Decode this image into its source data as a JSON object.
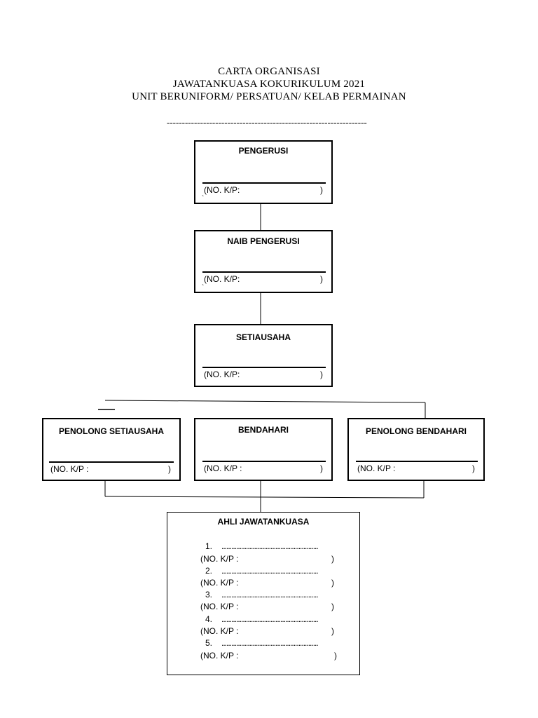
{
  "header": {
    "line1": "CARTA ORGANISASI",
    "line2": "JAWATANKUASA KOKURIKULUM 2021",
    "line3": "UNIT BERUNIFORM/ PERSATUAN/ KELAB PERMAINAN",
    "dashes": "------------------------------------------------------------------"
  },
  "boxes": {
    "pengerusi": {
      "title": "PENGERUSI",
      "kp": "(NO. K/P:",
      "close": ")",
      "tick": "`"
    },
    "naib": {
      "title": "NAIB PENGERUSI",
      "kp": "(NO. K/P:",
      "close": ")",
      "tick": "`"
    },
    "setiausaha": {
      "title": "SETIAUSAHA",
      "kp": "(NO. K/P:",
      "close": ")"
    },
    "penolong_setiausaha": {
      "title": "PENOLONG SETIAUSAHA",
      "kp": "(NO. K/P :",
      "close": ")"
    },
    "bendahari": {
      "title": "BENDAHARI",
      "kp": "(NO. K/P :",
      "close": ")"
    },
    "penolong_bendahari": {
      "title": "PENOLONG BENDAHARI",
      "kp": "(NO. K/P :",
      "close": ")"
    }
  },
  "ahli": {
    "title": "AHLI JAWATANKUASA",
    "dots": "...........................................................",
    "members": [
      {
        "num": "1.",
        "kp": "(NO. K/P :",
        "close": ")"
      },
      {
        "num": "2.",
        "kp": "(NO. K/P :",
        "close": ")"
      },
      {
        "num": "3.",
        "kp": "(NO. K/P :",
        "close": ")"
      },
      {
        "num": "4.",
        "kp": "(NO. K/P :",
        "close": ")"
      },
      {
        "num": "5.",
        "kp": "(NO. K/P :",
        "close": ")"
      }
    ]
  }
}
